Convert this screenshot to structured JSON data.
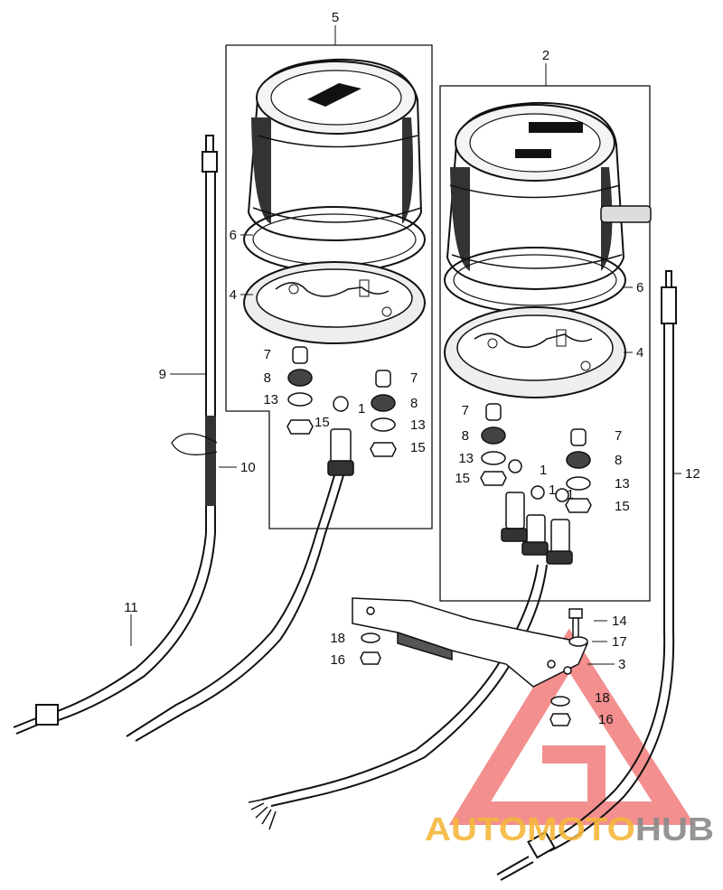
{
  "callouts": {
    "c1a": "1",
    "c1b": "1",
    "c1c": "1",
    "c1d": "1",
    "c2": "2",
    "c3": "3",
    "c4a": "4",
    "c4b": "4",
    "c5": "5",
    "c6a": "6",
    "c6b": "6",
    "c7a": "7",
    "c7b": "7",
    "c7c": "7",
    "c7d": "7",
    "c8a": "8",
    "c8b": "8",
    "c8c": "8",
    "c8d": "8",
    "c9": "9",
    "c10": "10",
    "c11": "11",
    "c12": "12",
    "c13a": "13",
    "c13b": "13",
    "c13c": "13",
    "c13d": "13",
    "c14": "14",
    "c15a": "15",
    "c15b": "15",
    "c15c": "15",
    "c15d": "15",
    "c16a": "16",
    "c16b": "16",
    "c17": "17",
    "c18a": "18",
    "c18b": "18"
  },
  "watermark": {
    "brand": "AUTOMOTOHUB",
    "colors": {
      "triangle": "#f06a6a",
      "auto_moto": "#f5b73b",
      "hub": "#8a8a8a"
    }
  }
}
